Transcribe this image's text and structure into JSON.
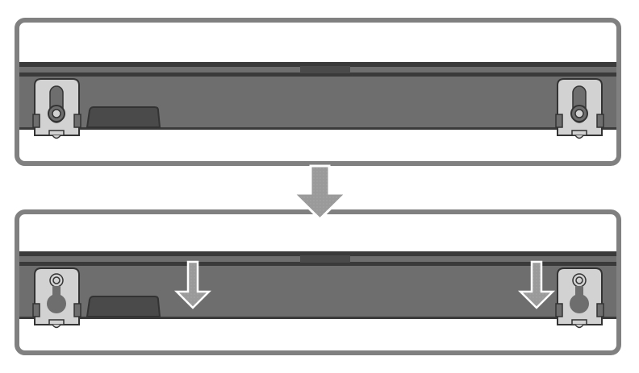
{
  "diagram": {
    "steps": [
      {
        "state": "before",
        "keyhole_position": "upper"
      },
      {
        "state": "after",
        "keyhole_position": "lower"
      }
    ],
    "transition_arrow": "down-arrow-icon",
    "colors": {
      "frame": "#808080",
      "bar": "#6e6e6e",
      "bar_edge": "#3a3a3a",
      "bracket": "#d2d2d2",
      "arrow": "#9a9a9a"
    }
  }
}
